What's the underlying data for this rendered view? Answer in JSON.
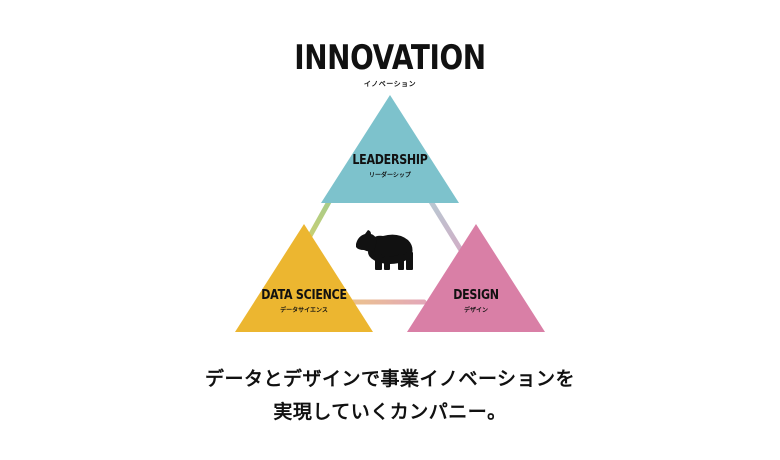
{
  "header": {
    "title": "INNOVATION",
    "subtitle": "イノベーション"
  },
  "diagram": {
    "nodes": [
      {
        "id": "leadership",
        "label": "LEADERSHIP",
        "sublabel": "リーダーシップ",
        "color": "#7dc2cc"
      },
      {
        "id": "data_science",
        "label": "DATA SCIENCE",
        "sublabel": "データサイエンス",
        "color": "#ecb630"
      },
      {
        "id": "design",
        "label": "DESIGN",
        "sublabel": "デザイン",
        "color": "#d97fa6"
      }
    ],
    "center_icon": "bear-icon",
    "connector_colors": [
      "#a9c78a",
      "#e8c9a6",
      "#c7c0cc"
    ]
  },
  "tagline": {
    "line1": "データとデザインで事業イノベーションを",
    "line2": "実現していくカンパニー。"
  }
}
